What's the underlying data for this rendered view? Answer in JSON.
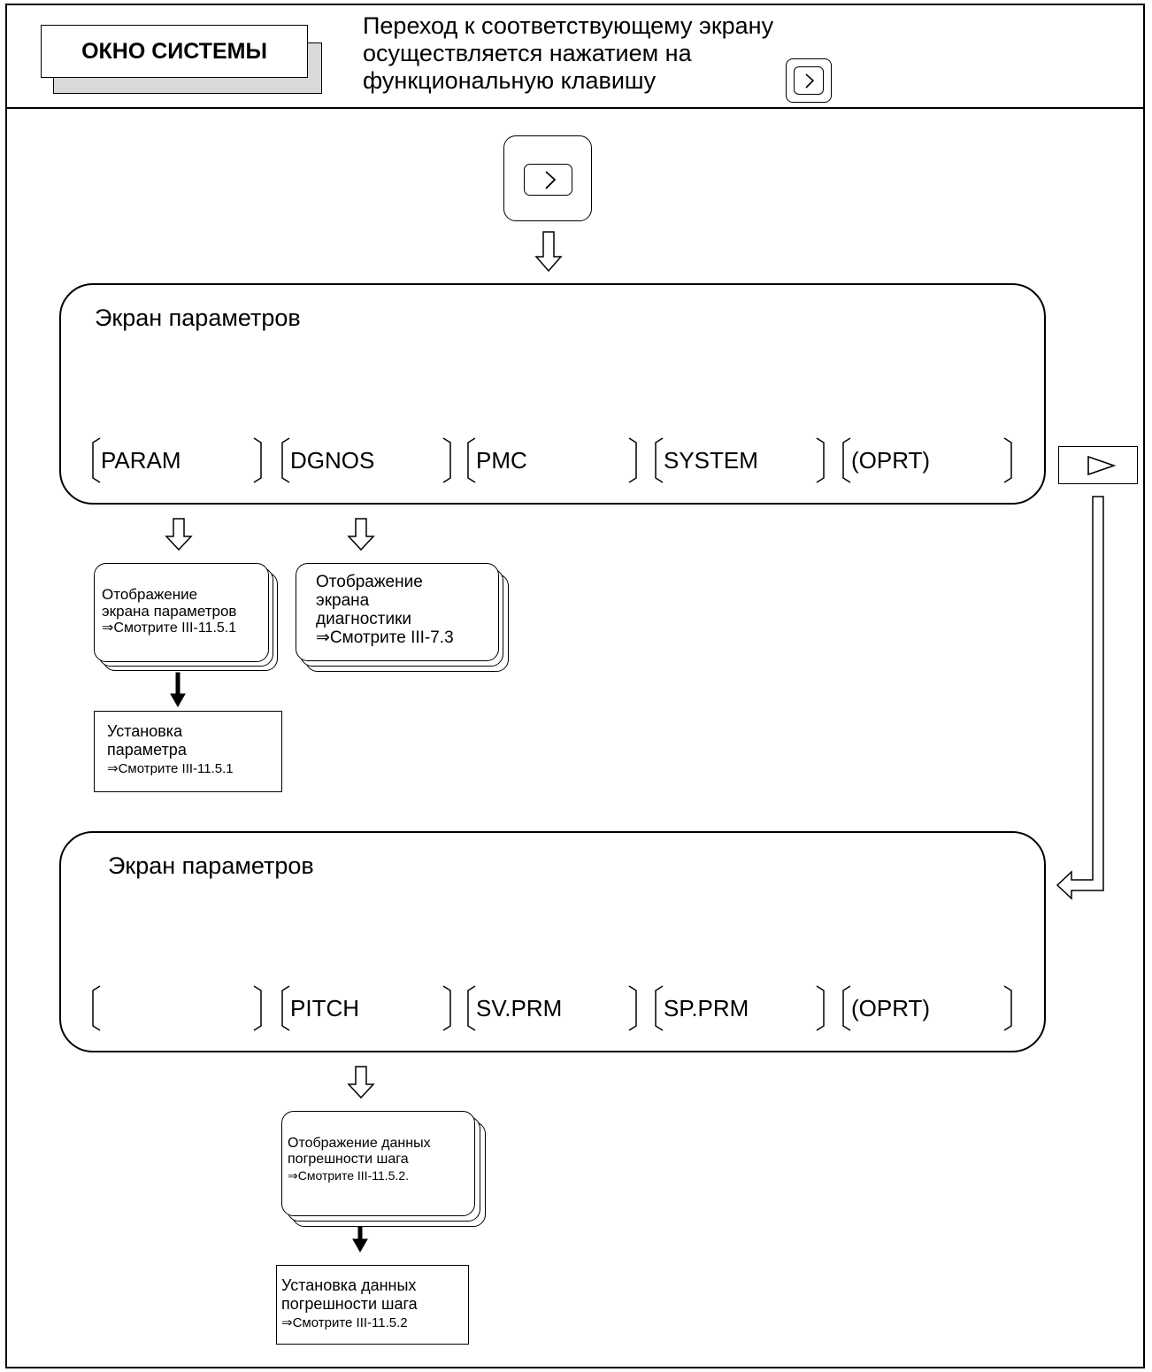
{
  "header": {
    "title": "ОКНО СИСТЕМЫ",
    "instruction_lines": [
      "Переход к соответствующему экрану",
      "осуществляется нажатием на",
      "функциональную клавишу"
    ],
    "function_key_icon": "system-key-icon"
  },
  "screen1": {
    "title": "Экран параметров",
    "softkeys": [
      "PARAM",
      "DGNOS",
      "PMC",
      "SYSTEM",
      "(OPRT)"
    ]
  },
  "next_key_icon": "next-page-triangle-icon",
  "param_display": {
    "lines": [
      "Отображение",
      "экрана параметров",
      "⇒Смотрите III-11.5.1"
    ]
  },
  "diag_display": {
    "lines": [
      "Отображение",
      "экрана",
      "диагностики",
      "⇒Смотрите III-7.3"
    ]
  },
  "param_setting": {
    "lines": [
      "Установка",
      "параметра",
      "⇒Смотрите III-11.5.1"
    ]
  },
  "screen2": {
    "title": "Экран параметров",
    "softkeys": [
      "",
      "PITCH",
      "SV.PRM",
      "SP.PRM",
      "(OPRT)"
    ]
  },
  "pitch_display": {
    "lines": [
      "Отображение данных",
      "погрешности шага",
      "⇒Смотрите III-11.5.2."
    ]
  },
  "pitch_setting": {
    "lines": [
      "Установка данных",
      "погрешности шага",
      "⇒Смотрите III-11.5.2"
    ]
  }
}
